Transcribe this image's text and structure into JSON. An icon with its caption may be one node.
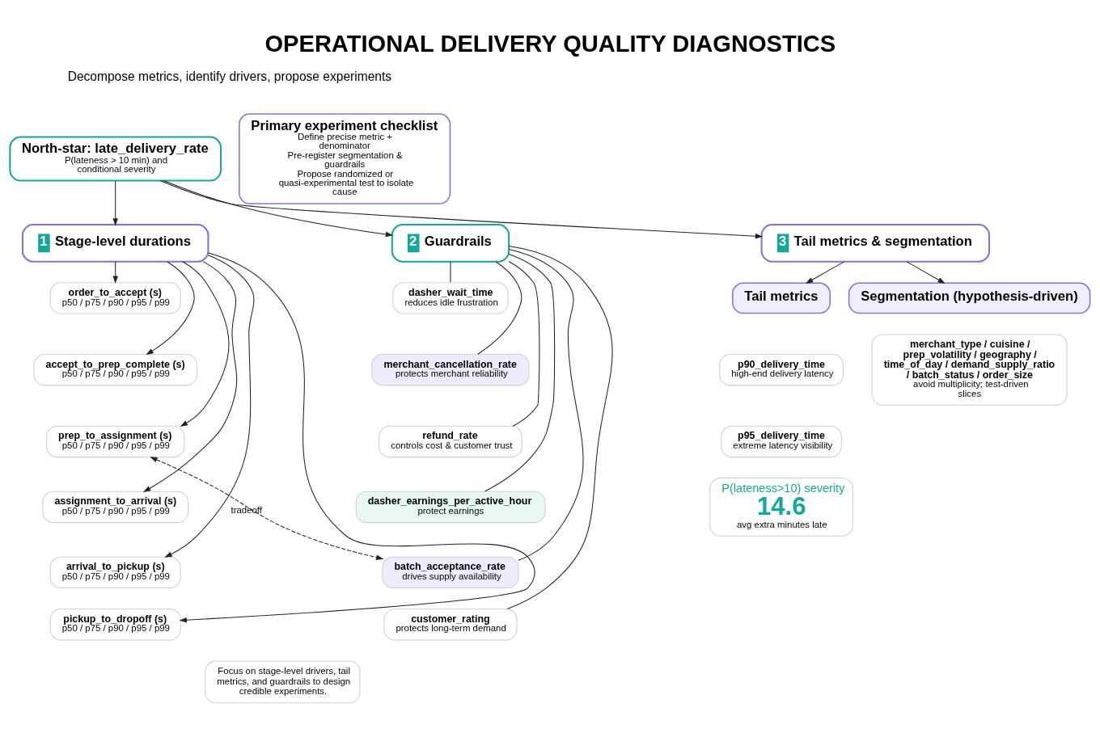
{
  "diagram": {
    "title": "OPERATIONAL DELIVERY QUALITY DIAGNOSTICS",
    "nodes": [
      {
        "text": [
          "North-star: late_delivery_rate",
          "P(lateness > 10 min) and conditional severity"
        ]
      },
      {
        "text": [
          "1",
          "Stage-level durations"
        ]
      },
      {
        "text": [
          "order_to_accept (s)",
          "p50 / p75 / p90 / p95 / p99"
        ]
      },
      {
        "text": [
          "accept_to_prep_complete (s)",
          "p50 / p75 / p90 / p95 / p99"
        ]
      },
      {
        "text": [
          "prep_to_assignment (s)",
          "p50 / p75 / p90 / p95 / p99"
        ]
      },
      {
        "text": [
          "assignment_to_arrival (s)",
          "p50 / p75 / p90 / p95 / p99"
        ]
      },
      {
        "text": [
          "arrival_to_pickup (s)",
          "p50 / p75 / p90 / p95 / p99"
        ]
      },
      {
        "text": [
          "pickup_to_dropoff (s)",
          "p50 / p75 / p90 / p95 / p99"
        ]
      },
      {
        "text": [
          "2",
          "Guardrails"
        ]
      },
      {
        "text": [
          "dasher_wait_time",
          "reduces idle frustration"
        ]
      },
      {
        "text": [
          "merchant_cancellation_rate",
          "protects merchant reliability"
        ]
      },
      {
        "text": [
          "refund_rate",
          "controls cost & customer trust"
        ]
      },
      {
        "text": [
          "dasher_earnings_per_active_hour",
          "protect earnings"
        ]
      },
      {
        "text": [
          "batch_acceptance_rate",
          "drives supply availability"
        ]
      },
      {
        "text": [
          "customer_rating",
          "protects long-term demand"
        ]
      },
      {
        "text": [
          "3",
          "Tail metrics & segmentation"
        ]
      },
      {
        "text": [
          "Tail metrics"
        ]
      },
      {
        "text": [
          "Segmentation (hypothesis-driven)"
        ]
      },
      {
        "text": [
          "p90_delivery_time",
          "high-end delivery latency"
        ]
      },
      {
        "text": [
          "p95_delivery_time",
          "extreme latency visibility"
        ]
      },
      {
        "text": [
          "P(lateness>10) severity",
          "14.6",
          "avg extra minutes late"
        ]
      },
      {
        "text": [
          "merchant_type / cuisine / prep_volatility / geography / time_of_day / demand_supply_ratio / batch_status / order_size",
          "avoid multiplicity; test-driven slices"
        ]
      },
      {
        "text": [
          "Primary experiment checklist",
          "Define precise metric + denominator",
          "Pre-register segmentation & guardrails",
          "Propose randomized or quasi-experimental test to isolate cause"
        ]
      },
      {
        "text": [
          "Focus on stage-level drivers, tail metrics, and guardrails to design credible experiments."
        ]
      }
    ],
    "edges": [
      {
        "from": 0,
        "to": 1,
        "arrow": "to"
      },
      {
        "from": 0,
        "to": 8,
        "arrow": "to"
      },
      {
        "from": 0,
        "to": 15,
        "arrow": "to"
      },
      {
        "from": 1,
        "to": 2,
        "arrow": "to"
      },
      {
        "from": 1,
        "to": 3,
        "arrow": "to"
      },
      {
        "from": 1,
        "to": 4,
        "arrow": "to"
      },
      {
        "from": 1,
        "to": 5,
        "arrow": "to"
      },
      {
        "from": 1,
        "to": 6,
        "arrow": "to"
      },
      {
        "from": 1,
        "to": 7,
        "arrow": "to"
      },
      {
        "from": 8,
        "to": 9,
        "arrow": "none"
      },
      {
        "from": 8,
        "to": 10,
        "arrow": "none"
      },
      {
        "from": 8,
        "to": 11,
        "arrow": "none"
      },
      {
        "from": 8,
        "to": 12,
        "arrow": "none"
      },
      {
        "from": 8,
        "to": 13,
        "arrow": "none"
      },
      {
        "from": 8,
        "to": 14,
        "arrow": "none"
      },
      {
        "from": 4,
        "to": 13,
        "arrow": "both",
        "label": "tradeoff",
        "style": "dashed"
      },
      {
        "from": 15,
        "to": 16,
        "arrow": "to"
      },
      {
        "from": 15,
        "to": 17,
        "arrow": "to"
      }
    ],
    "labels": [
      "Decompose metrics, identify drivers, propose experiments"
    ]
  }
}
